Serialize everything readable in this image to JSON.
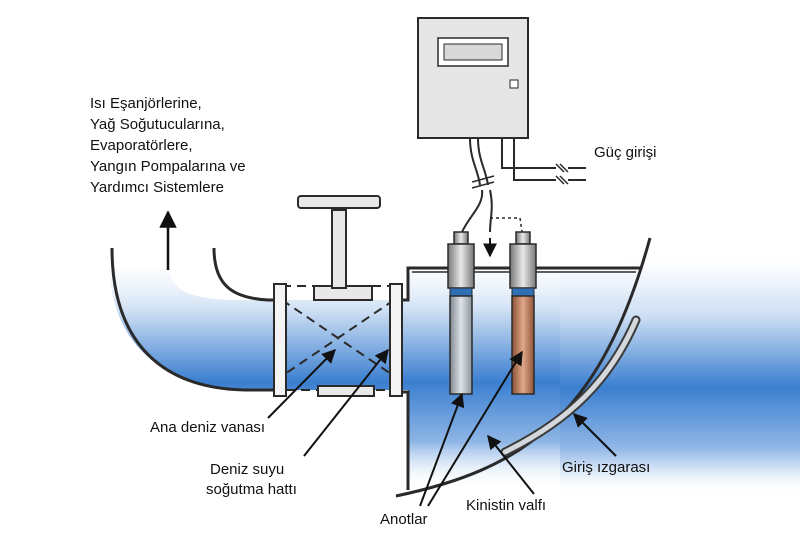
{
  "destinations": {
    "line1": "Isı Eşanjörlerine,",
    "line2": "Yağ Soğutucularına,",
    "line3": "Evaporatörlere,",
    "line4": "Yangın Pompalarına ve",
    "line5": "Yardımcı Sistemlere"
  },
  "labels": {
    "power_input": "Güç girişi",
    "main_sea_valve": "Ana deniz vanası",
    "cooling_line_1": "Deniz suyu",
    "cooling_line_2": "soğutma hattı",
    "anodes": "Anotlar",
    "kingston_valve": "Kinistin valfı",
    "inlet_grating": "Giriş ızgarası"
  },
  "colors": {
    "water_blue": "#3b7fd0",
    "outline": "#2a2a2a",
    "panel_gray": "#e6e6e6",
    "anode_gray": "#b9c0c8",
    "anode_copper": "#b9785a",
    "anode_band": "#2f6fb5"
  }
}
